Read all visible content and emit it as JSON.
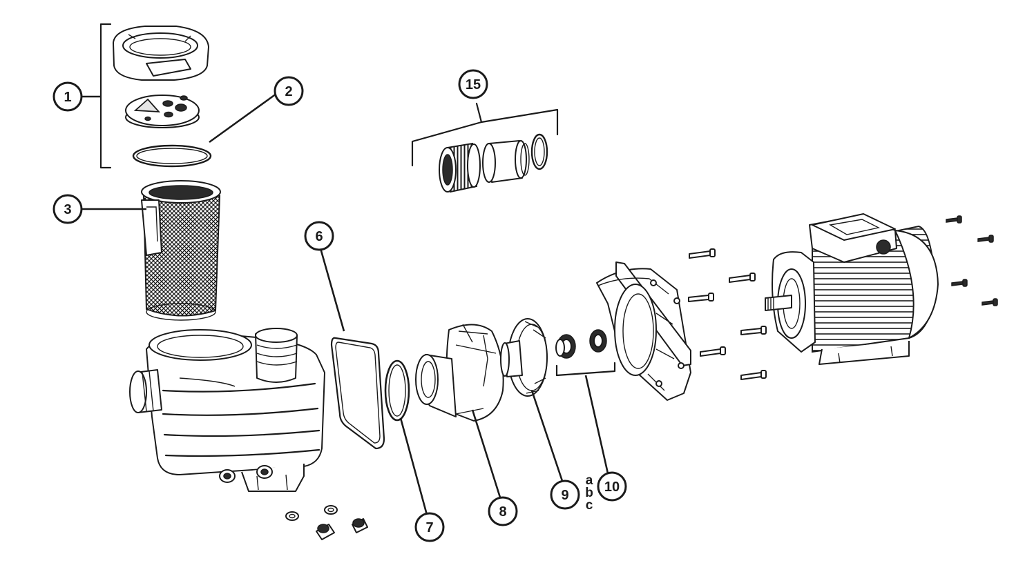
{
  "callouts": {
    "c1": "1",
    "c2": "2",
    "c3": "3",
    "c6": "6",
    "c7": "7",
    "c8": "8",
    "c9": "9",
    "c10": "10",
    "c15": "15"
  },
  "sublabels": {
    "a": "a",
    "b": "b",
    "c": "c"
  }
}
